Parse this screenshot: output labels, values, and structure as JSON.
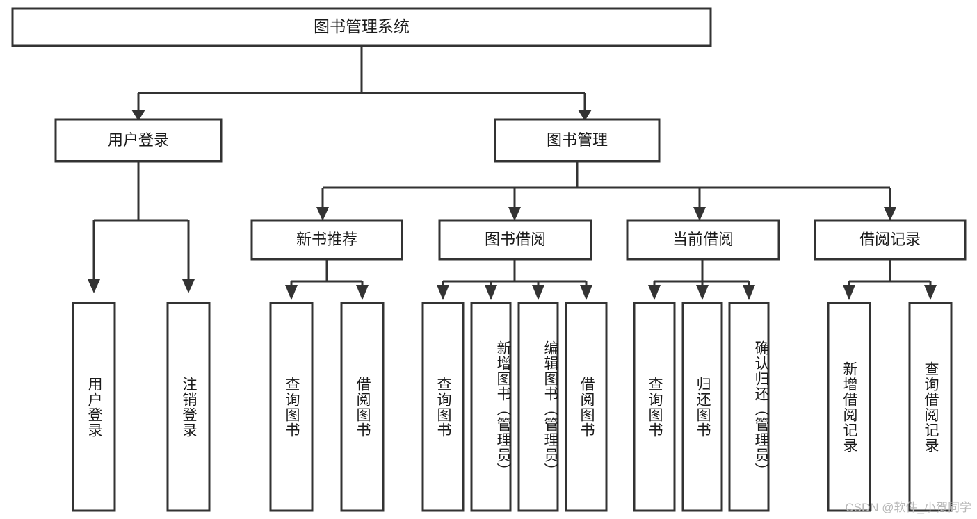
{
  "diagram": {
    "type": "tree-hierarchy",
    "orientation": "top-down",
    "root": {
      "id": "root",
      "label": "图书管理系统"
    },
    "level2": [
      {
        "id": "user-login",
        "label": "用户登录"
      },
      {
        "id": "book-manage",
        "label": "图书管理"
      }
    ],
    "level3": [
      {
        "id": "new-book-rec",
        "label": "新书推荐",
        "parent": "book-manage"
      },
      {
        "id": "book-borrow",
        "label": "图书借阅",
        "parent": "book-manage"
      },
      {
        "id": "current-borrow",
        "label": "当前借阅",
        "parent": "book-manage"
      },
      {
        "id": "borrow-record",
        "label": "借阅记录",
        "parent": "book-manage"
      }
    ],
    "leaves": [
      {
        "id": "leaf-user-login",
        "label": "用户登录",
        "parent": "user-login"
      },
      {
        "id": "leaf-logout",
        "label": "注销登录",
        "parent": "user-login"
      },
      {
        "id": "leaf-query-book-1",
        "label": "查询图书",
        "parent": "new-book-rec"
      },
      {
        "id": "leaf-borrow-book-1",
        "label": "借阅图书",
        "parent": "new-book-rec"
      },
      {
        "id": "leaf-query-book-2",
        "label": "查询图书",
        "parent": "book-borrow"
      },
      {
        "id": "leaf-add-book",
        "label": "新增图书（管理员）",
        "parent": "book-borrow"
      },
      {
        "id": "leaf-edit-book",
        "label": "编辑图书（管理员）",
        "parent": "book-borrow"
      },
      {
        "id": "leaf-borrow-book-2",
        "label": "借阅图书",
        "parent": "book-borrow"
      },
      {
        "id": "leaf-query-book-3",
        "label": "查询图书",
        "parent": "current-borrow"
      },
      {
        "id": "leaf-return-book",
        "label": "归还图书",
        "parent": "current-borrow"
      },
      {
        "id": "leaf-confirm-return",
        "label": "确认归还（管理员）",
        "parent": "current-borrow"
      },
      {
        "id": "leaf-add-record",
        "label": "新增借阅记录",
        "parent": "borrow-record"
      },
      {
        "id": "leaf-query-record",
        "label": "查询借阅记录",
        "parent": "borrow-record"
      }
    ],
    "colors": {
      "stroke": "#333333",
      "fill": "#ffffff",
      "text": "#1a1a1a",
      "watermark": "#b9b9b9"
    }
  },
  "watermark": {
    "text": "CSDN @软件_小贺同学"
  }
}
